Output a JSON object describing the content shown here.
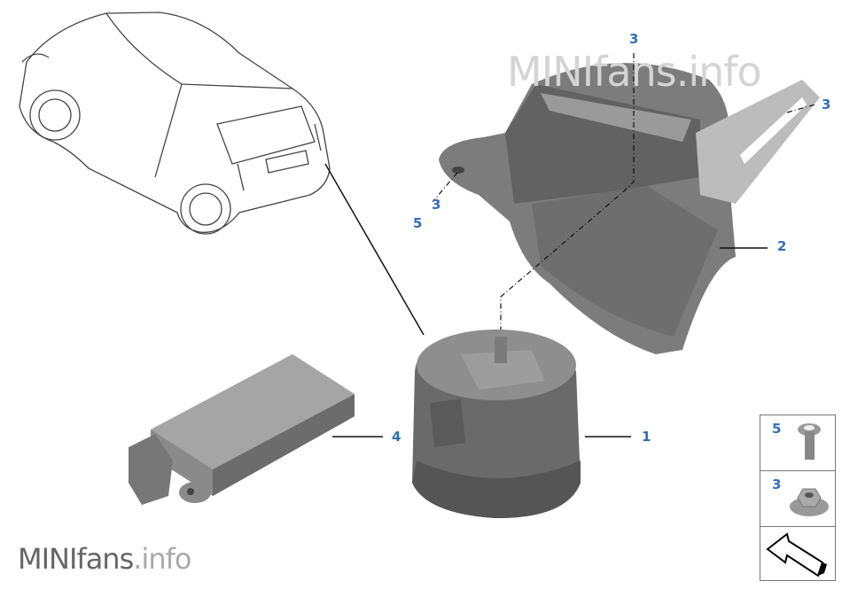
{
  "watermark": {
    "brand": "MINIfans",
    "suffix": ".info",
    "full": "MINIfans.info"
  },
  "callouts": {
    "part_1": "1",
    "part_2": "2",
    "part_3_top": "3",
    "part_3_right": "3",
    "part_3_left": "3",
    "part_4": "4",
    "part_5_left": "5"
  },
  "legend": {
    "items": [
      {
        "number": "5",
        "icon": "screw-icon"
      },
      {
        "number": "3",
        "icon": "hex-nut-icon"
      },
      {
        "number": "",
        "icon": "arrow-icon"
      }
    ]
  },
  "colors": {
    "callout": "#2f6fba",
    "part_fill": "#8a8a8a",
    "part_dark": "#5a5a5a"
  }
}
